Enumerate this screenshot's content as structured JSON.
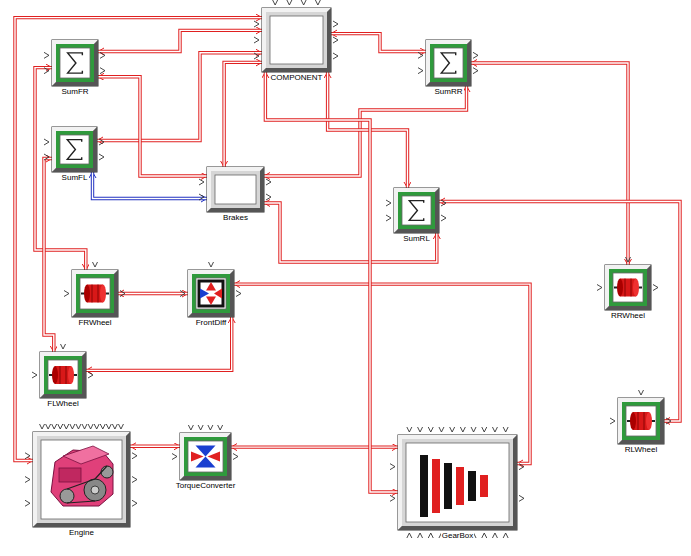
{
  "diagram": {
    "nodes": [
      {
        "text": [
          "SumFR"
        ]
      },
      {
        "text": [
          "COMPONENT"
        ]
      },
      {
        "text": [
          "SumRR"
        ]
      },
      {
        "text": [
          "SumFL"
        ]
      },
      {
        "text": [
          "Brakes"
        ]
      },
      {
        "text": [
          "SumRL"
        ]
      },
      {
        "text": [
          "FRWheel"
        ]
      },
      {
        "text": [
          "FrontDiff"
        ]
      },
      {
        "text": [
          "RRWheel"
        ]
      },
      {
        "text": [
          "FLWheel"
        ]
      },
      {
        "text": [
          "RLWheel"
        ]
      },
      {
        "text": [
          "Engine"
        ]
      },
      {
        "text": [
          "TorqueConverter"
        ]
      },
      {
        "text": [
          "GearBox"
        ]
      }
    ],
    "edges": [
      {
        "from": 0,
        "to": 1,
        "arrow": "both"
      },
      {
        "from": 1,
        "to": 2,
        "arrow": "both"
      },
      {
        "from": 3,
        "to": 1,
        "arrow": "both"
      },
      {
        "from": 4,
        "to": 3,
        "arrow": "both"
      },
      {
        "from": 4,
        "to": 0,
        "arrow": "both"
      },
      {
        "from": 4,
        "to": 2,
        "arrow": "both"
      },
      {
        "from": 4,
        "to": 5,
        "arrow": "both"
      },
      {
        "from": 1,
        "to": 5,
        "arrow": "both"
      },
      {
        "from": 0,
        "to": 6,
        "arrow": "both"
      },
      {
        "from": 3,
        "to": 9,
        "arrow": "both"
      },
      {
        "from": 2,
        "to": 8,
        "arrow": "both"
      },
      {
        "from": 5,
        "to": 10,
        "arrow": "both"
      },
      {
        "from": 6,
        "to": 7,
        "arrow": "both"
      },
      {
        "from": 7,
        "to": 9,
        "arrow": "both"
      },
      {
        "from": 7,
        "to": 13,
        "arrow": "both"
      },
      {
        "from": 11,
        "to": 12,
        "arrow": "both"
      },
      {
        "from": 12,
        "to": 13,
        "arrow": "both"
      },
      {
        "from": 1,
        "to": 11,
        "arrow": "both"
      },
      {
        "from": 1,
        "to": 13,
        "arrow": "both"
      },
      {
        "from": 1,
        "to": 4,
        "arrow": "both"
      }
    ]
  }
}
